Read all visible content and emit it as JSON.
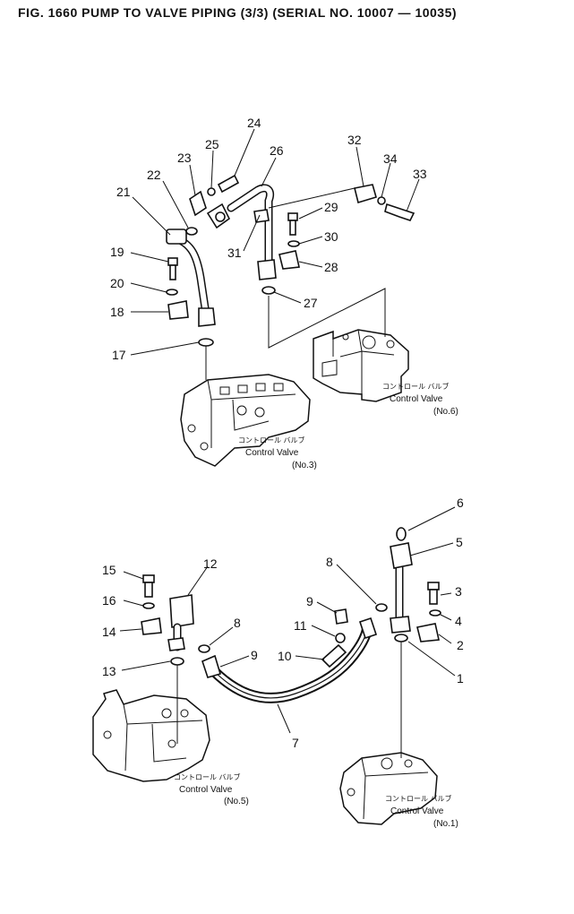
{
  "title": "FIG. 1660  PUMP TO VALVE PIPING (3/3) (SERIAL NO. 10007 — 10035)",
  "part_numbers": {
    "upper": [
      "24",
      "25",
      "23",
      "26",
      "22",
      "21",
      "32",
      "34",
      "33",
      "29",
      "30",
      "19",
      "31",
      "28",
      "20",
      "27",
      "18",
      "17"
    ],
    "lower": [
      "6",
      "5",
      "8",
      "15",
      "12",
      "3",
      "16",
      "9",
      "4",
      "14",
      "8",
      "11",
      "2",
      "9",
      "10",
      "13",
      "1",
      "7"
    ]
  },
  "valves": [
    {
      "jp": "コントロール バルブ",
      "label": "Control Valve",
      "no": "(No.6)"
    },
    {
      "jp": "コントロール バルブ",
      "label": "Control Valve",
      "no": "(No.3)"
    },
    {
      "jp": "コントロール バルブ",
      "label": "Control Valve",
      "no": "(No.5)"
    },
    {
      "jp": "コントロール バルブ",
      "label": "Control Valve",
      "no": "(No.1)"
    }
  ]
}
